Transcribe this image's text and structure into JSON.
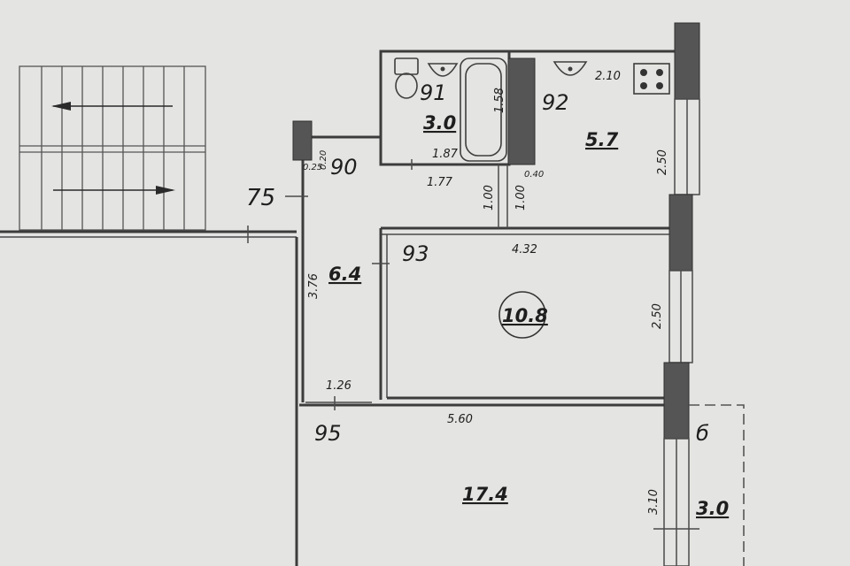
{
  "labels": {
    "apt_75": "75",
    "room_90": "90",
    "room_91": "91",
    "room_92": "92",
    "room_93": "93",
    "room_95": "95",
    "room_6": "б"
  },
  "areas": {
    "bath_91": "3.0",
    "kitchen_92": "5.7",
    "hall_93": "6.4",
    "room_10_8": "10.8",
    "room_17_4": "17.4",
    "balcony": "3.0"
  },
  "dimensions": {
    "bath_height": "1.58",
    "bath_width": "1.87",
    "corridor_width": "1.77",
    "kitchen_top": "2.10",
    "kitchen_side": "2.50",
    "wall_040": "0.40",
    "wall_020": "0.20",
    "wall_025": "0.25",
    "door_100a": "1.00",
    "door_100b": "1.00",
    "room_width": "4.32",
    "room_side": "2.50",
    "hall_length": "3.76",
    "hall_width": "1.26",
    "big_room_width": "5.60",
    "big_room_side": "3.10"
  },
  "colors": {
    "paper": "#e4e4e2",
    "ink": "#1e1e1e",
    "wall_hatch": "#555555"
  }
}
